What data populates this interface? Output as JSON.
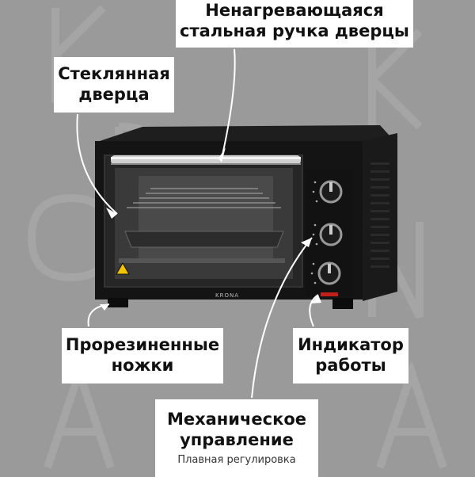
{
  "callouts": {
    "handle": {
      "line1": "Ненагревающаяся",
      "line2": "стальная ручка дверцы"
    },
    "glass": {
      "line1": "Стеклянная",
      "line2": "дверца"
    },
    "feet": {
      "line1": "Прорезиненные",
      "line2": "ножки"
    },
    "indicator": {
      "line1": "Индикатор",
      "line2": "работы"
    },
    "controls": {
      "line1": "Механическое",
      "line2": "управление",
      "sub": "Плавная регулировка"
    }
  },
  "oven": {
    "brand": "KRONA"
  },
  "icons": [
    "hot-surface-warning-icon",
    "timer-icon",
    "temperature-icon",
    "mode-icon"
  ],
  "colors": {
    "background": "#9a9a9a",
    "oven_body": "#141414",
    "callout_bg": "#ffffff",
    "indicator": "#c0201a"
  }
}
